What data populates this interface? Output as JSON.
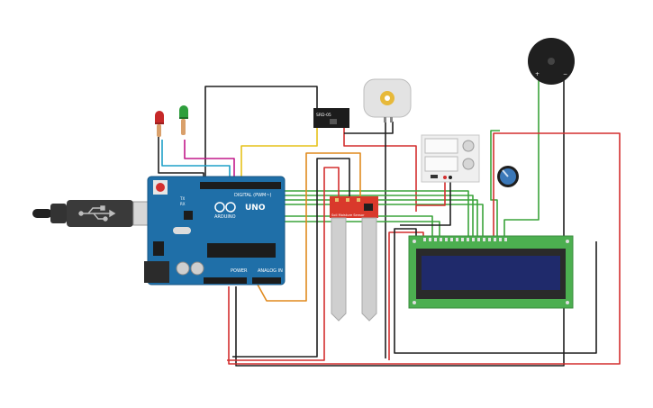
{
  "board": {
    "brand_label": "ARDUINO",
    "model_label": "UNO",
    "digital_label": "DIGITAL (PWM~)",
    "power_label": "POWER",
    "analog_label": "ANALOG IN",
    "tx_label": "TX",
    "rx_label": "RX"
  },
  "relay": {
    "label": "SRD-05"
  },
  "buzzer": {
    "plus_label": "+",
    "minus_label": "−"
  },
  "soil_sensor": {
    "label": "Soil Moisture Sensor"
  },
  "lcd": {
    "rows": 2,
    "cols": 16
  },
  "colors": {
    "wire_red": "#d32f2f",
    "wire_black": "#1f1f1f",
    "wire_green": "#3aa33a",
    "wire_yellow": "#e6c21a",
    "wire_orange": "#e08a1e",
    "wire_magenta": "#c2188a",
    "wire_cyan": "#1ea0c8",
    "board_blue": "#1f6fa8",
    "sensor_red": "#d9392b",
    "lcd_green": "#4caf50",
    "lcd_screen": "#1f2a6b"
  }
}
